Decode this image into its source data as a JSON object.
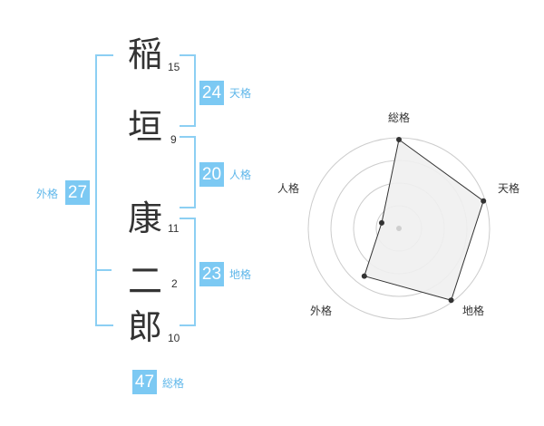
{
  "name_chars": [
    {
      "char": "稲",
      "strokes": "15"
    },
    {
      "char": "垣",
      "strokes": "9"
    },
    {
      "char": "康",
      "strokes": "11"
    },
    {
      "char": "二",
      "strokes": "2"
    },
    {
      "char": "郎",
      "strokes": "10"
    }
  ],
  "fortunes": {
    "tenkaku": {
      "value": "24",
      "label": "天格"
    },
    "jinkaku": {
      "value": "20",
      "label": "人格"
    },
    "chikaku": {
      "value": "23",
      "label": "地格"
    },
    "gaikaku": {
      "value": "27",
      "label": "外格"
    },
    "soukaku": {
      "value": "47",
      "label": "総格"
    }
  },
  "radar": {
    "labels": {
      "top": "総格",
      "right": "天格",
      "bottom_right": "地格",
      "bottom_left": "外格",
      "left": "人格"
    },
    "values": {
      "top": 0.98,
      "right": 0.98,
      "bottom_right": 0.98,
      "bottom_left": 0.65,
      "left": 0.2
    },
    "rings": 4,
    "colors": {
      "ring": "#cccccc",
      "fill": "#f0f0f0",
      "stroke": "#333333",
      "center": "#cfcfcf"
    }
  },
  "colors": {
    "accent": "#7cc9f3",
    "accent_text": "#5fb7ea"
  }
}
